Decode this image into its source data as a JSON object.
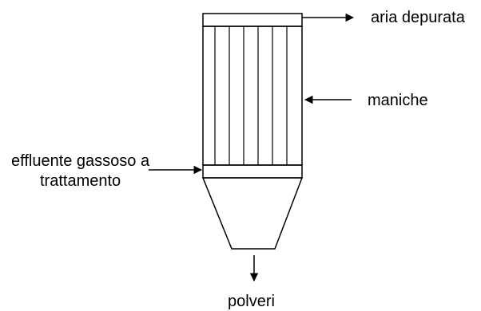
{
  "labels": {
    "clean_air": "aria depurata",
    "bags": "maniche",
    "inlet_line1": "effluente gassoso a",
    "inlet_line2": "trattamento",
    "dust": "polveri"
  },
  "colors": {
    "line": "#000000",
    "background": "#ffffff"
  }
}
